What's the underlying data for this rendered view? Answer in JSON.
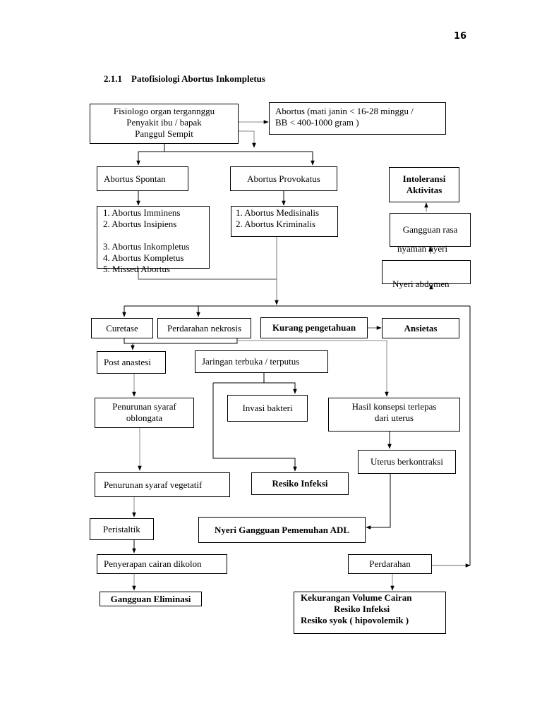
{
  "page": {
    "number": "16"
  },
  "section": {
    "number": "2.1.1",
    "title": "Patofisiologi Abortus Inkompletus"
  },
  "nodes": {
    "faktor": [
      "Fisiologo organ tergannggu",
      "Penyakit ibu / bapak",
      "Panggul Sempit"
    ],
    "abortus_def": [
      "Abortus (mati janin < 16-28 minggu /",
      "BB < 400-1000 gram )"
    ],
    "spontan": "Abortus Spontan",
    "provokatus": "Abortus Provokatus",
    "intoleransi": [
      "Intoleransi",
      "Aktivitas"
    ],
    "spontan_list": [
      "1. Abortus Imminens",
      "2. Abortus Insipiens",
      "",
      "3. Abortus Inkompletus",
      "4. Abortus Kompletus",
      "5. Missed Abortus"
    ],
    "provokatus_list": [
      "1. Abortus Medisinalis",
      "2. Abortus Kriminalis"
    ],
    "gangguan_rasa": "Gangguan rasa",
    "nyaman_nyeri": "nyaman nyeri",
    "nyeri_abdomen": "Nyeri  abdomen",
    "curetase": "Curetase",
    "perdarahan_nekrosis": "Perdarahan nekrosis",
    "kurang_pengetahuan": "Kurang pengetahuan",
    "ansietas": "Ansietas",
    "post_anastesi": "Post anastesi",
    "jaringan": "Jaringan terbuka / terputus",
    "penurunan_oblongata": [
      "Penurunan syaraf",
      "oblongata"
    ],
    "invasi_bakteri": "Invasi bakteri",
    "hasil_konsepsi": [
      "Hasil konsepsi terlepas",
      "dari uterus"
    ],
    "uterus": "Uterus berkontraksi",
    "penurunan_vegetatif": "Penurunan syaraf vegetatif",
    "resiko_infeksi": "Resiko Infeksi",
    "peristaltik": "Peristaltik",
    "nyeri_adl": "Nyeri Gangguan Pemenuhan ADL",
    "penyerapan": "Penyerapan cairan dikolon",
    "perdarahan": "Perdarahan",
    "gangguan_eliminasi": "Gangguan Eliminasi",
    "kekurangan": [
      "Kekurangan Volume Cairan",
      "Resiko Infeksi",
      "Resiko syok ( hipovolemik )"
    ]
  }
}
